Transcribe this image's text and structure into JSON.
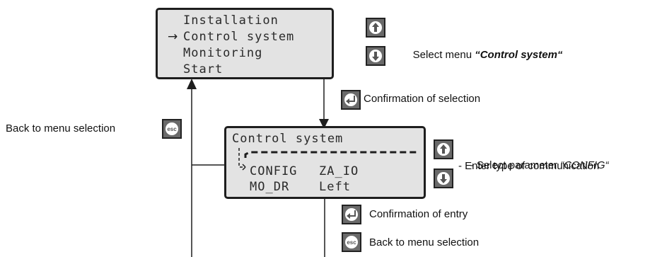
{
  "display_main": {
    "items": [
      "Installation",
      "Control system",
      "Monitoring",
      "Start"
    ],
    "selected_marker": "→"
  },
  "display_sub": {
    "title": "Control system",
    "row1_param": "CONFIG",
    "row1_value": "ZA_IO",
    "row2_param": "MO_DR",
    "row2_value": "Left"
  },
  "keys": {
    "up": "up-arrow-icon",
    "down": "down-arrow-icon",
    "enter": "enter-icon",
    "esc": "esc"
  },
  "labels": {
    "select_menu_prefix": "Select menu ",
    "select_menu_name": "“Control system“",
    "confirmation_of_selection": "Confirmation of selection",
    "back_to_menu_left": "Back to menu selection",
    "select_parameter_prefix": "- Select parameter ",
    "select_parameter_name": "“CONFIG“",
    "enter_type": "- Enter type of communication",
    "confirmation_of_entry": "Confirmation of entry",
    "back_to_menu_bottom": "Back to menu selection"
  }
}
